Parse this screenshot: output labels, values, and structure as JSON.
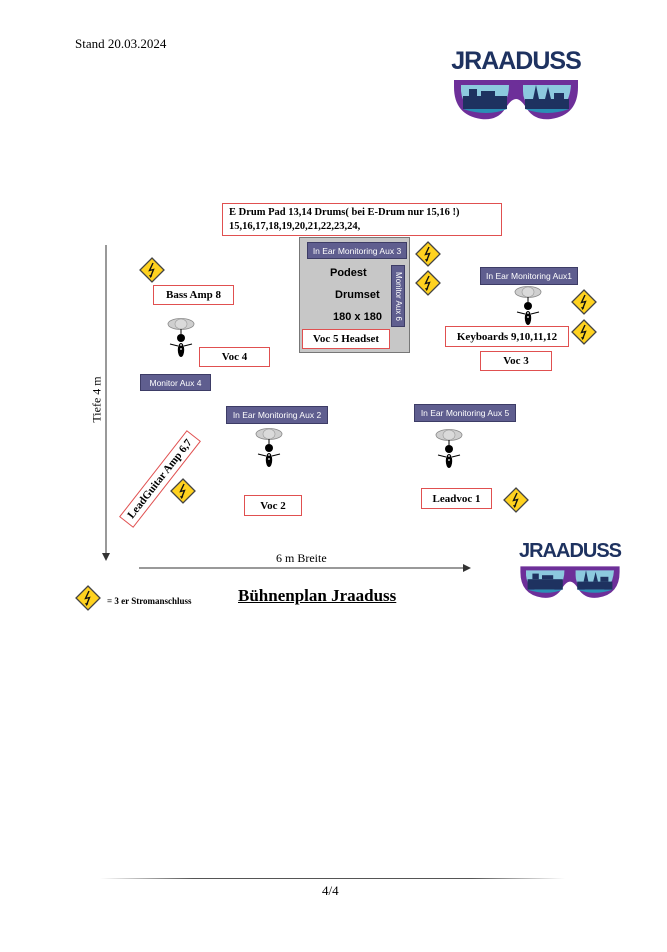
{
  "header": {
    "date": "Stand 20.03.2024"
  },
  "logo": {
    "text": "JRAADUSS",
    "colors": {
      "text": "#1e3260",
      "frame": "#6d2f99",
      "water": "#2a8fb5",
      "sky": "#8cc9de"
    }
  },
  "drums_box": {
    "line1": "E Drum Pad 13,14  Drums( bei E-Drum nur 15,16 !)",
    "line2": "15,16,17,18,19,20,21,22,23,24,"
  },
  "podest": {
    "label": "Podest",
    "drumset": "Drumset",
    "size": "180 x 180",
    "monitor_vertical": "Monitor Aux 6"
  },
  "monitors": {
    "aux3": "In Ear Monitoring Aux 3",
    "aux1": "In Ear Monitoring Aux1",
    "aux4": "Monitor Aux 4",
    "aux2": "In Ear Monitoring Aux 2",
    "aux5": "In Ear Monitoring Aux 5"
  },
  "labels": {
    "voc5": "Voc 5 Headset",
    "bass": "Bass Amp 8",
    "voc4": "Voc 4",
    "keyboards": "Keyboards 9,10,11,12",
    "voc3": "Voc 3",
    "leadguitar": "LeadGuitar Amp 6,7",
    "voc2": "Voc 2",
    "leadvoc": "Leadvoc 1"
  },
  "axes": {
    "depth": "Tiefe 4 m",
    "width": "6 m Breite"
  },
  "legend": {
    "text": "= 3 er Stromanschluss",
    "icon": "power-outlet-icon"
  },
  "title": "Bühnenplan Jraaduss",
  "footer": {
    "page": "4/4"
  },
  "colors": {
    "box_border": "#e05050",
    "monitor_bg": "#5f5e8f",
    "podest_bg": "#c7c7c7",
    "bolt_fill": "#ffd21f"
  }
}
